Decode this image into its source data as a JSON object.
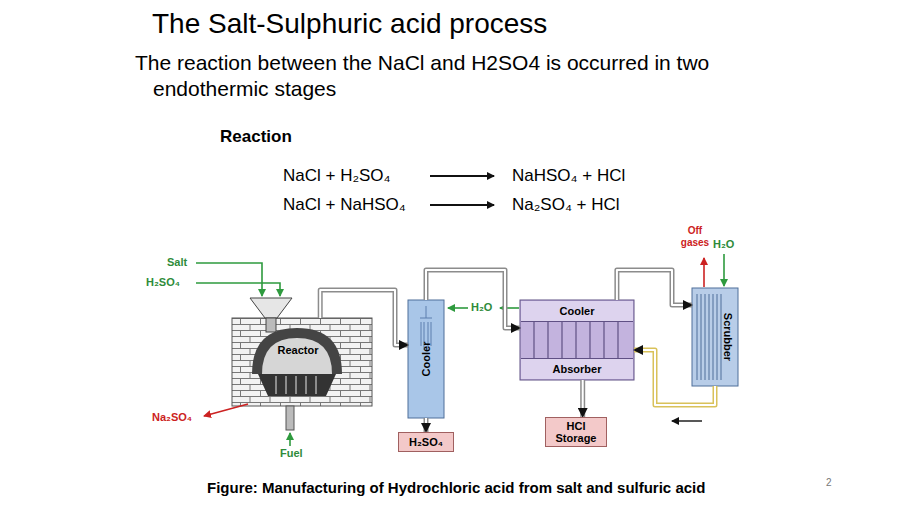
{
  "diagram": {
    "title": "The Salt-Sulphuric acid process",
    "caption": "Figure: Manufacturing of Hydrochloric acid from salt and sulfuric acid",
    "nodes": [
      {
        "text": [
          "Reactor"
        ]
      },
      {
        "text": [
          "Cooler"
        ]
      },
      {
        "text": [
          "H₂SO₄"
        ]
      },
      {
        "text": [
          "Cooler",
          "Absorber"
        ]
      },
      {
        "text": [
          "HCl Storage"
        ]
      },
      {
        "text": [
          "Scrubber"
        ]
      }
    ],
    "edges": [
      {
        "from": 0,
        "to": 1,
        "arrow": "to"
      },
      {
        "from": 1,
        "to": 2,
        "arrow": "to"
      },
      {
        "from": 1,
        "to": 3,
        "arrow": "to"
      },
      {
        "from": 3,
        "to": 5,
        "arrow": "to"
      },
      {
        "from": 3,
        "to": 4,
        "arrow": "to"
      },
      {
        "from": 5,
        "to": 3,
        "arrow": "to"
      }
    ],
    "labels": [
      "The reaction between the NaCl and H2SO4 is occurred in two endothermic stages",
      "Reaction",
      "NaCl + H₂SO₄",
      "NaHSO₄ + HCl",
      "NaCl + NaHSO₄",
      "Na₂SO₄ + HCl",
      "Salt",
      "H₂SO₄",
      "Na₂SO₄",
      "Fuel",
      "H₂O",
      "Off gases",
      "H₂O",
      "2"
    ]
  }
}
